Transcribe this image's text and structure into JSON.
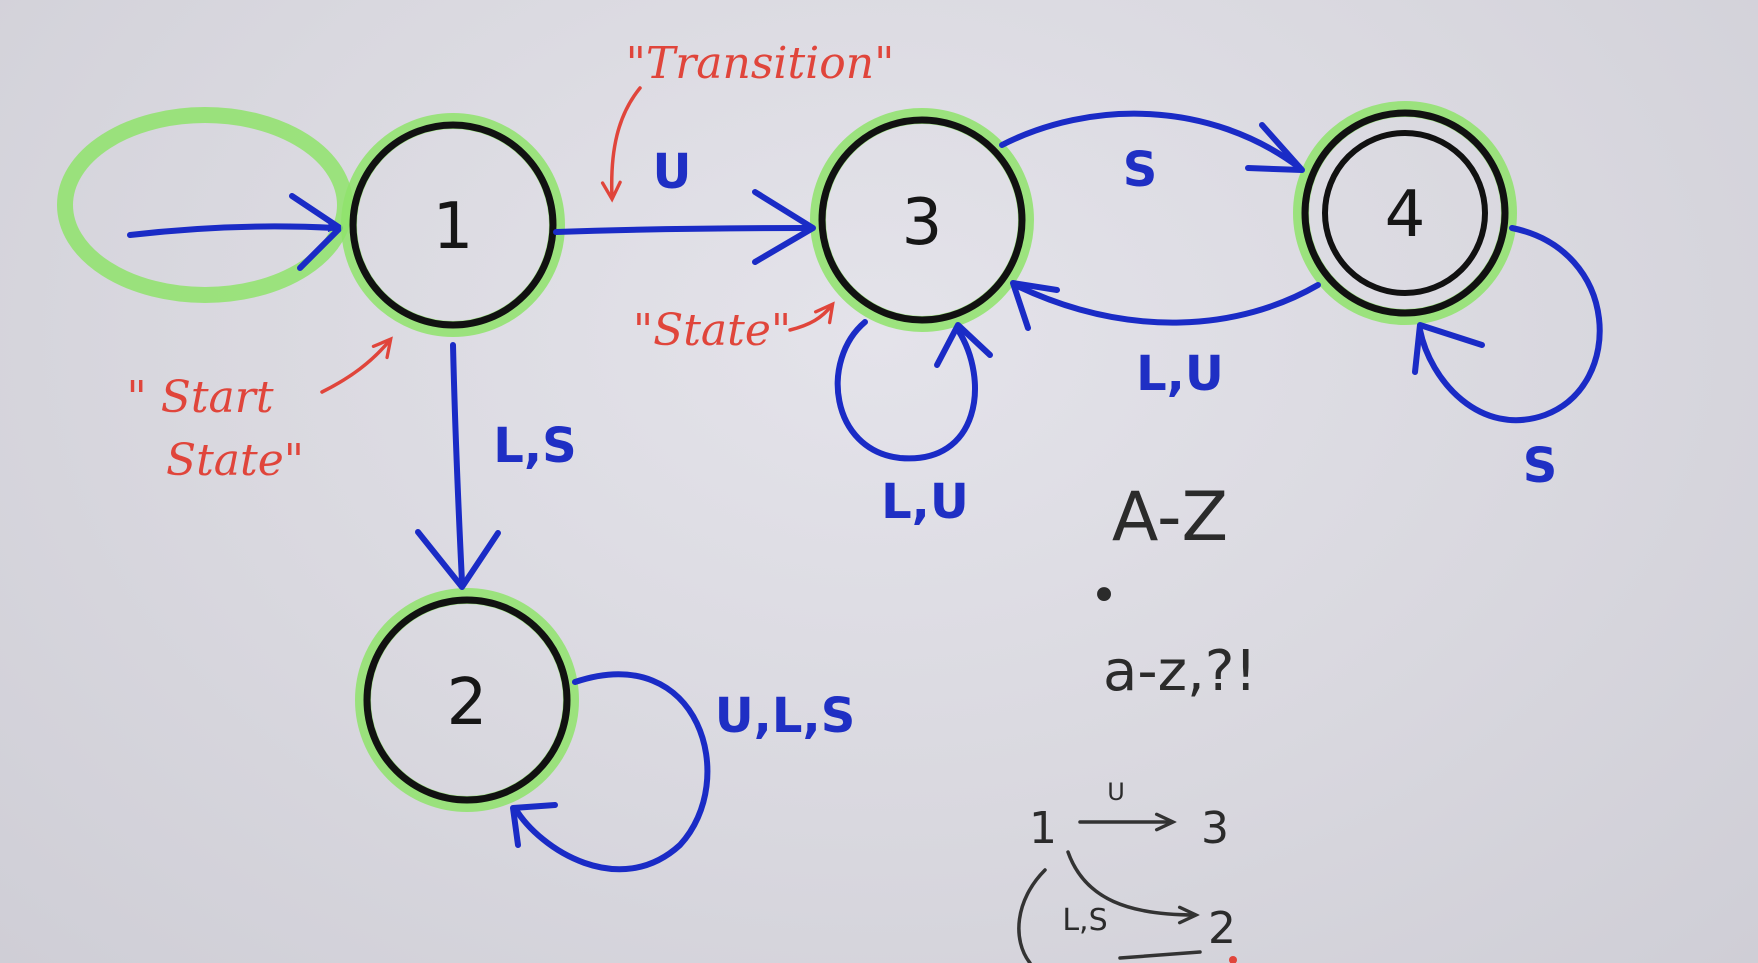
{
  "diagram": {
    "states": [
      {
        "id": "1",
        "label": "1",
        "start": true,
        "accepting": false
      },
      {
        "id": "2",
        "label": "2",
        "start": false,
        "accepting": false
      },
      {
        "id": "3",
        "label": "3",
        "start": false,
        "accepting": false
      },
      {
        "id": "4",
        "label": "4",
        "start": false,
        "accepting": true
      }
    ],
    "transitions": [
      {
        "from": "1",
        "to": "3",
        "label": "U"
      },
      {
        "from": "1",
        "to": "2",
        "label": "L,S"
      },
      {
        "from": "2",
        "to": "2",
        "label": "U,L,S"
      },
      {
        "from": "3",
        "to": "3",
        "label": "L,U"
      },
      {
        "from": "3",
        "to": "4",
        "label": "S"
      },
      {
        "from": "4",
        "to": "3",
        "label": "L,U"
      },
      {
        "from": "4",
        "to": "4",
        "label": "S"
      }
    ],
    "annotations": {
      "transition": "\"Transition\"",
      "state": "\"State\"",
      "start_state_line1": "\" Start",
      "start_state_line2": "State\""
    },
    "legend": {
      "uppercase": "A-Z",
      "dot": "•",
      "lowercase": "a-z,?!"
    },
    "notes": {
      "n1": "1",
      "n3": "3",
      "n2": "2",
      "u": "U",
      "ls": "L,S"
    },
    "colors": {
      "ink_blue": "#1a2bc6",
      "annotation_red": "#e0453b",
      "highlight_green": "#8fe36b",
      "state_outline": "#111111"
    }
  }
}
